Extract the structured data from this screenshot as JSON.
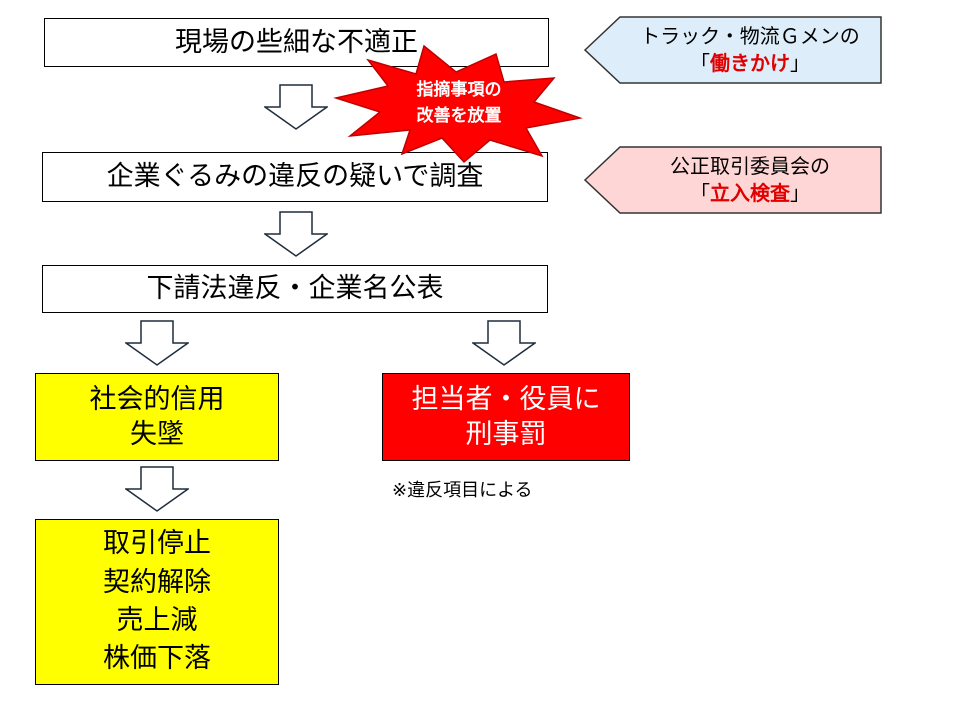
{
  "flow": {
    "step1": "現場の些細な不適正",
    "step2": "企業ぐるみの違反の疑いで調査",
    "step3": "下請法違反・企業名公表"
  },
  "burst": {
    "line1": "指摘事項の",
    "line2": "改善を放置",
    "color": "#ff0000"
  },
  "side": {
    "gmen": {
      "line1": "トラック・物流Ｇメンの",
      "open": "「",
      "emphasis": "働きかけ",
      "close": "」",
      "fill": "#ddeefa"
    },
    "ftc": {
      "line1": "公正取引委員会の",
      "open": "「",
      "emphasis": "立入検査",
      "close": "」",
      "fill": "#ffd6d6"
    }
  },
  "outcomes": {
    "left1": {
      "line1": "社会的信用",
      "line2": "失墜"
    },
    "right": {
      "line1": "担当者・役員に",
      "line2": "刑事罰"
    },
    "right_note": "※違反項目による",
    "left2": {
      "line1": "取引停止",
      "line2": "契約解除",
      "line3": "売上減",
      "line4": "株価下落"
    }
  },
  "colors": {
    "yellow": "#ffff00",
    "red": "#ff0000"
  }
}
